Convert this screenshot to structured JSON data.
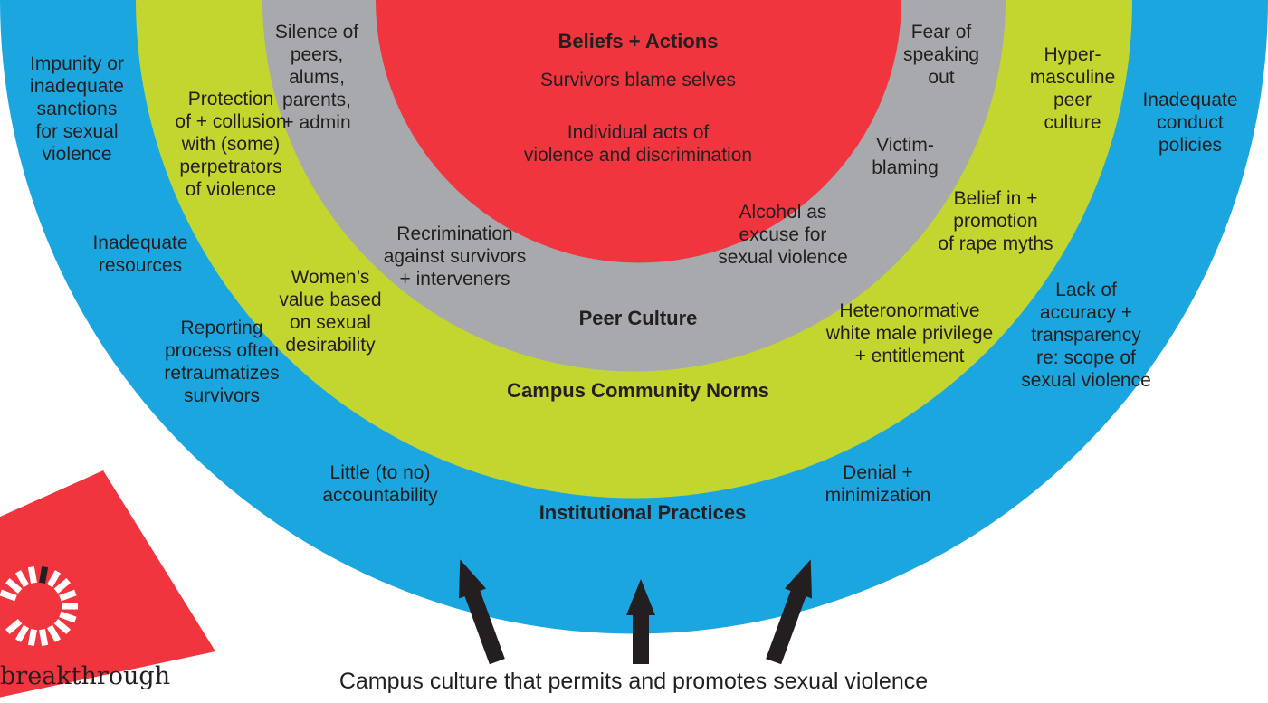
{
  "colors": {
    "institutional": "#1ca6df",
    "norms": "#c3d52f",
    "peer": "#a7a9ac",
    "beliefs": "#f0353f",
    "text": "#231f20",
    "arrow": "#231f20",
    "logo": "#f0353f"
  },
  "rings": {
    "beliefs": {
      "title": "Beliefs + Actions",
      "items": [
        "Survivors blame selves",
        "Individual acts of\nviolence and discrimination"
      ]
    },
    "peer": {
      "title": "Peer Culture",
      "items": [
        "Silence of\npeers,\nalums,\nparents,\n+ admin",
        "Recrimination\nagainst survivors\n+ interveners",
        "Fear of\nspeaking\nout",
        "Victim-\nblaming",
        "Alcohol as\nexcuse for\nsexual violence"
      ]
    },
    "norms": {
      "title": "Campus Community Norms",
      "items": [
        "Protection\nof + collusion\nwith (some)\nperpetrators\nof violence",
        "Women’s\nvalue based\non sexual\ndesirability",
        "Hyper-\nmasculine\npeer\nculture",
        "Belief in +\npromotion\nof rape myths",
        "Heteronormative\nwhite male privilege\n+ entitlement"
      ]
    },
    "institutional": {
      "title": "Institutional Practices",
      "items": [
        "Impunity or\ninadequate\nsanctions\nfor sexual\nviolence",
        "Inadequate\nresources",
        "Reporting\nprocess often\nretraumatizes\nsurvivors",
        "Little (to no)\naccountability",
        "Inadequate\nconduct\npolicies",
        "Lack of\naccuracy +\ntransparency\nre: scope of\nsexual violence",
        "Denial +\nminimization"
      ]
    }
  },
  "caption": "Campus culture that permits and promotes sexual violence",
  "logo": {
    "text": "breakthrough",
    "icon": "breakthrough-logo-icon"
  }
}
